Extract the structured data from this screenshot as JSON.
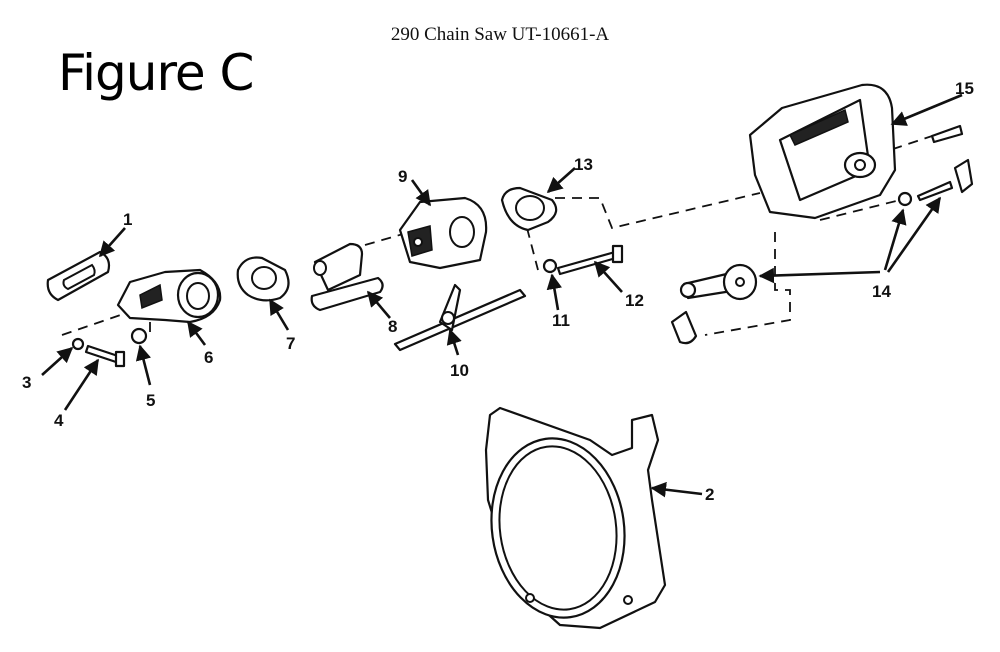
{
  "header": {
    "title": "290 Chain Saw UT-10661-A",
    "figure_label": "Figure C"
  },
  "callouts": [
    "1",
    "2",
    "3",
    "4",
    "5",
    "6",
    "7",
    "8",
    "9",
    "10",
    "11",
    "12",
    "13",
    "14",
    "15"
  ]
}
